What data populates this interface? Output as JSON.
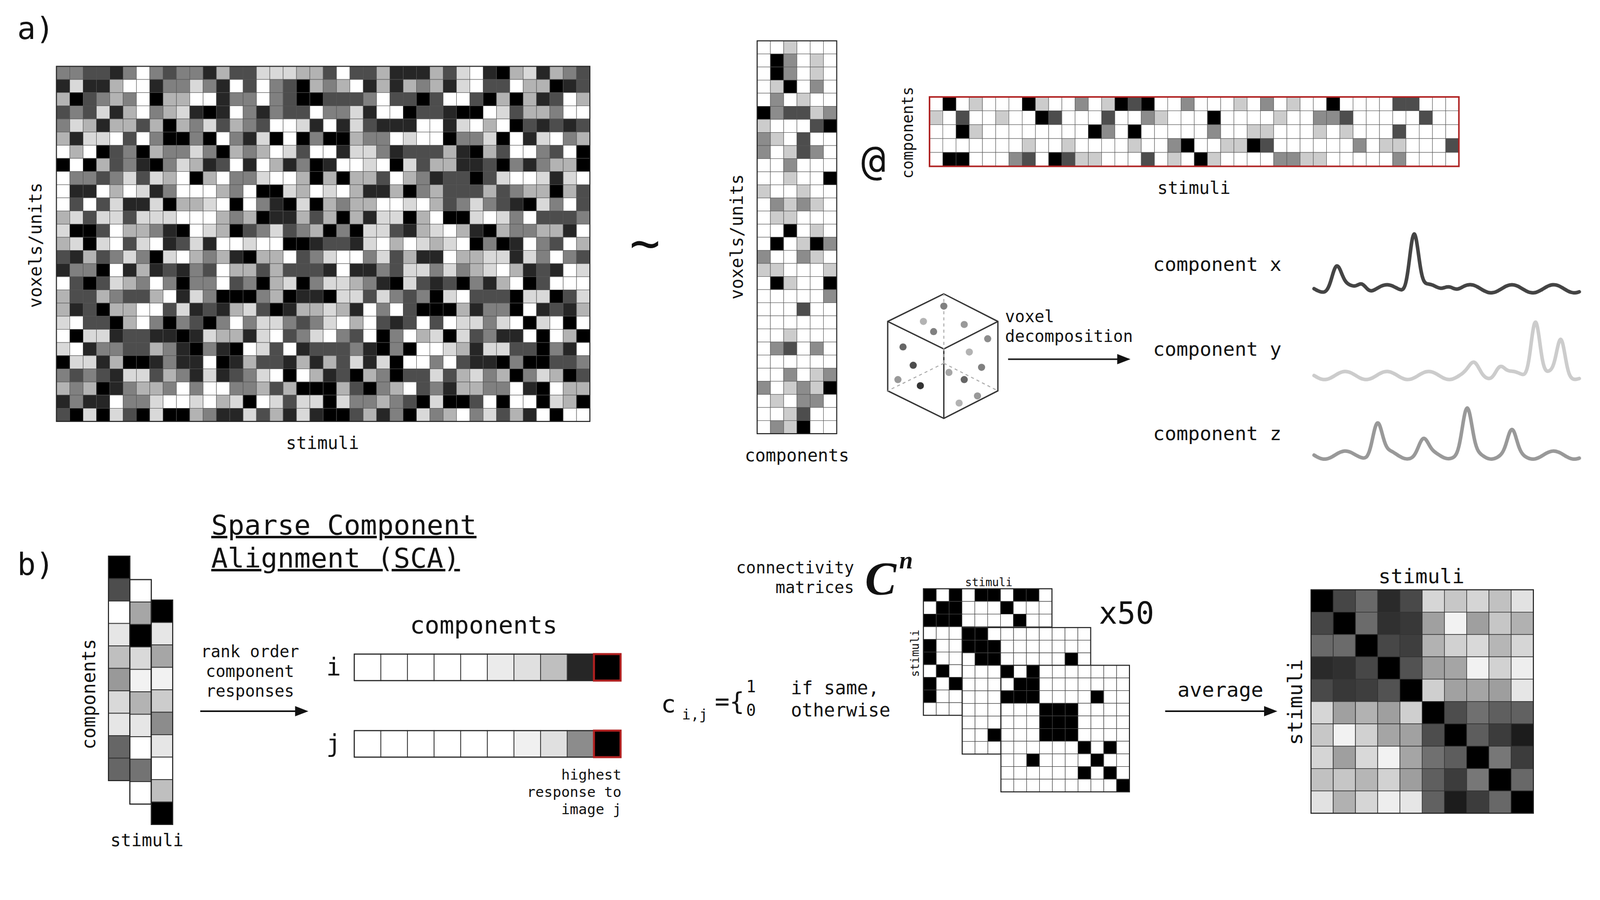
{
  "diagram": {
    "labels": [
      "a)",
      "voxels/units",
      "stimuli",
      "~",
      "voxels/units",
      "components",
      "@",
      "components",
      "stimuli",
      "voxel decomposition",
      "component x",
      "component y",
      "component z",
      "b)",
      "Sparse Component Alignment (SCA)",
      "components",
      "stimuli",
      "rank order component responses",
      "components",
      "i",
      "j",
      "highest response to image j",
      "c",
      "i,j",
      "={",
      "1",
      "0",
      "if same, otherwise",
      "connectivity matrices",
      "C",
      "n",
      "stimuli",
      "stimuli",
      "x50",
      "average",
      "stimuli",
      "stimuli"
    ]
  }
}
